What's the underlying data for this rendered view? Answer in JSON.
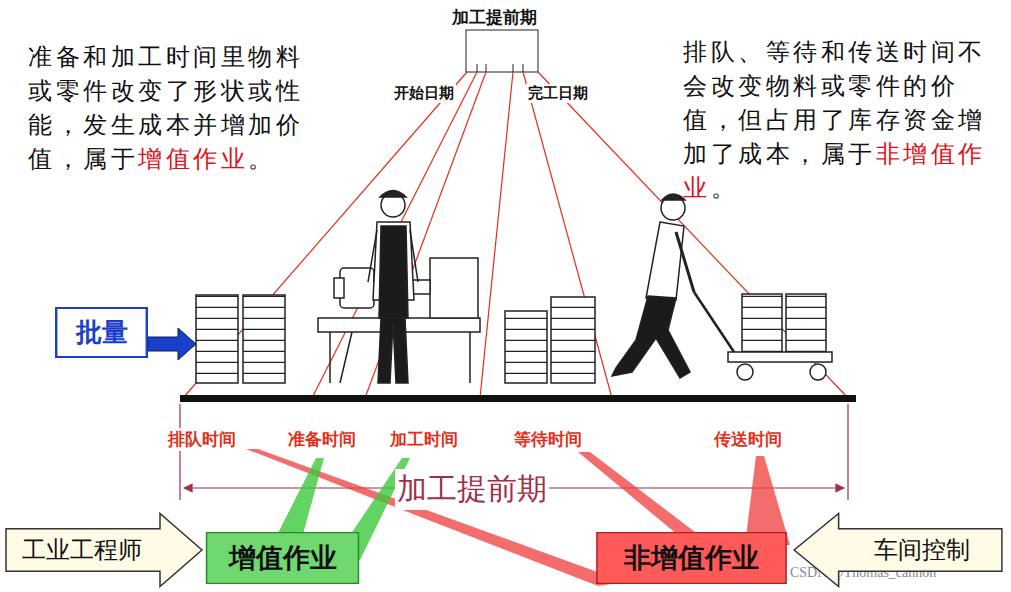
{
  "diagram": {
    "nodes": [
      {
        "text": [
          "批量"
        ]
      },
      {
        "text": [
          "工业工程师"
        ]
      },
      {
        "text": [
          "增值作业"
        ]
      },
      {
        "text": [
          "非增值作业"
        ]
      },
      {
        "text": [
          "车间控制"
        ]
      }
    ],
    "labels": [
      "加工提前期",
      "开始日期",
      "完工日期",
      "准备和加工时间里物料或零件改变了形状或性能，发生成本并增加价值，属于",
      "增值作业",
      "。",
      "排队、等待和传送时间不会改变物料或零件的价值，但占用了库存资金增加了成本，属于",
      "非增值作业",
      "。",
      "排队时间",
      "准备时间",
      "加工时间",
      "等待时间",
      "传送时间",
      "加工提前期",
      "CSDN @Thomas_cannon"
    ]
  }
}
